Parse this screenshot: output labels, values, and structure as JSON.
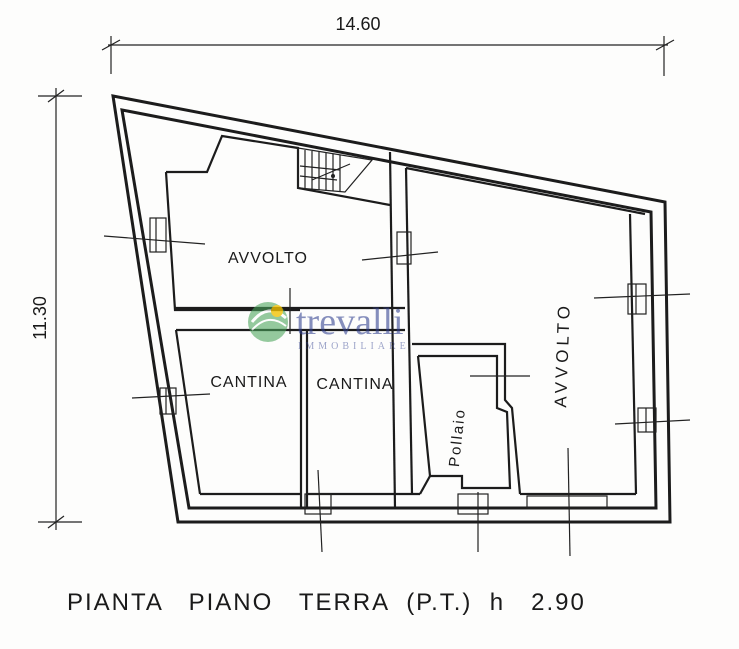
{
  "drawing": {
    "title": "PIANTA   PIANO   TERRA  (P.T.)  h   2.90",
    "dimension_width": "14.60",
    "dimension_height": "11.30",
    "rooms": {
      "avvolto_left": "AVVOLTO",
      "cantina_left": "CANTINA",
      "cantina_right": "CANTINA",
      "pollaio": "Pollaio",
      "avvolto_right": "AVVOLTO"
    }
  },
  "watermark": {
    "brand": "trevalli",
    "tagline": "IMMOBILIARE"
  },
  "colors": {
    "line": "#1c1c1c",
    "paper": "#fdfdfc",
    "watermark_brand": "#2f3f8f",
    "watermark_green": "#4aa35a",
    "watermark_yellow": "#f2c200"
  }
}
